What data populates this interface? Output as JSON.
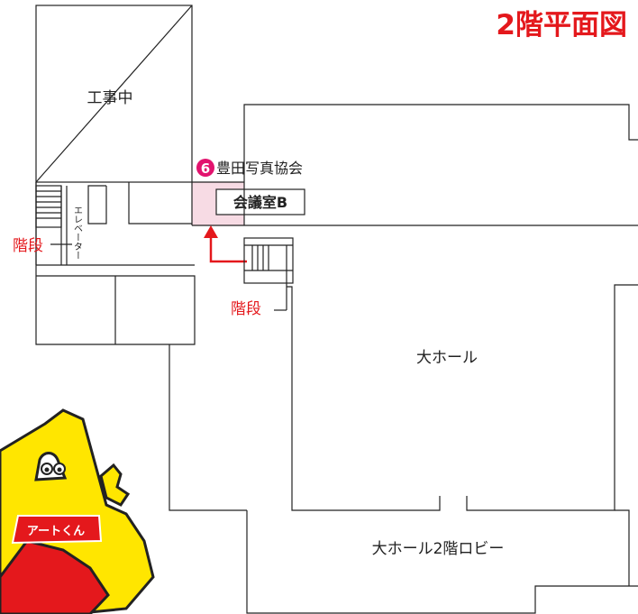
{
  "title": "2階平面図",
  "rooms": {
    "construction": "工事中",
    "elevator": "エレベーター",
    "meeting_room": "会議室B",
    "big_hall": "大ホール",
    "lobby": "大ホール2階ロビー"
  },
  "stairs": {
    "left": "階段",
    "center": "階段"
  },
  "marker": {
    "number": "6",
    "label": "豊田写真協会"
  },
  "mascot": {
    "name": "アートくん"
  },
  "colors": {
    "accent": "#e4181c",
    "highlight": "#f7dbe4",
    "marker": "#e2136e",
    "mascot_yellow": "#ffe600",
    "mascot_red": "#e4181c"
  }
}
